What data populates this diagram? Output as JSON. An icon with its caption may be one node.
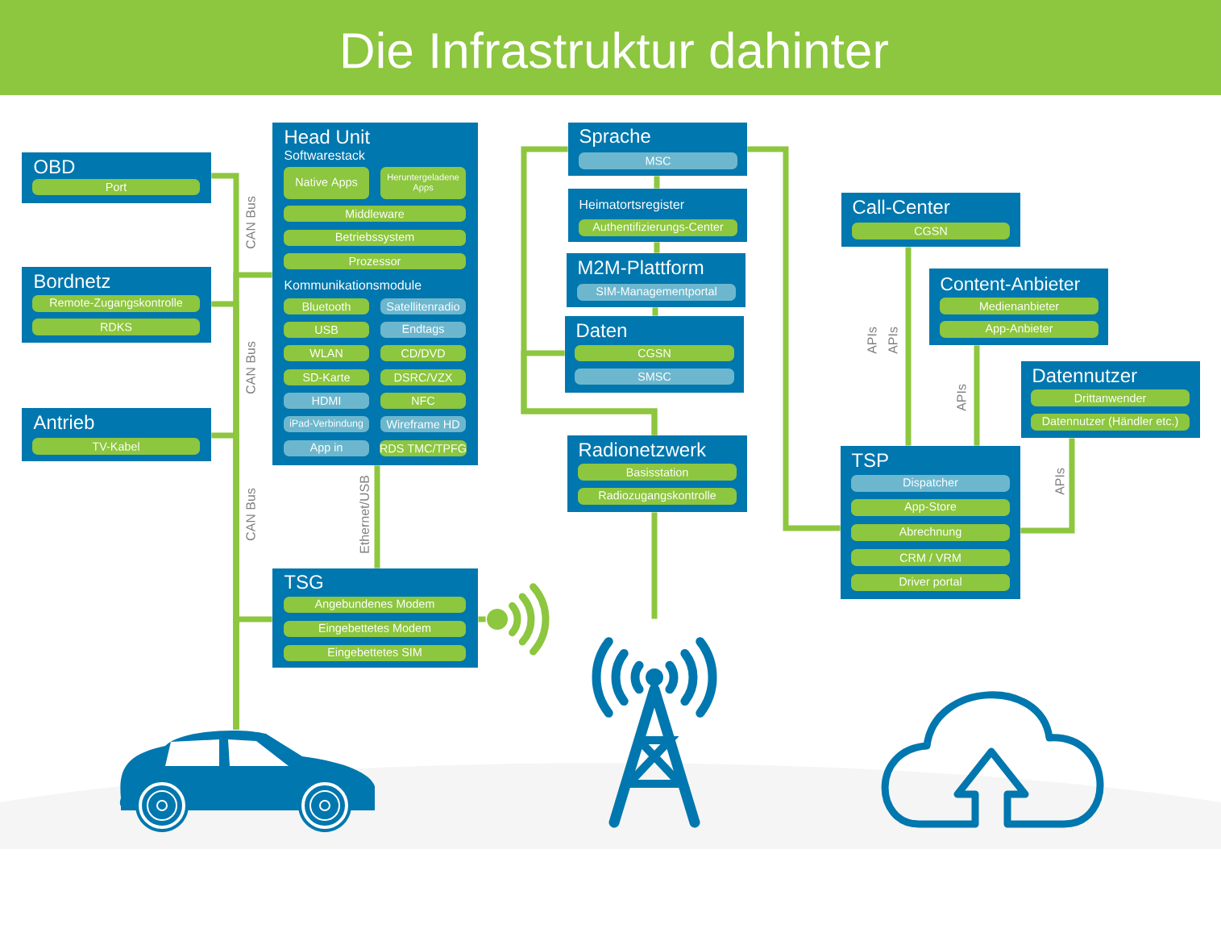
{
  "diagram": {
    "title": "Die Infrastruktur dahinter",
    "nodes": [
      {
        "text": [
          "OBD"
        ]
      },
      {
        "text": [
          "Port"
        ],
        "in": 0
      },
      {
        "text": [
          "Bordnetz"
        ]
      },
      {
        "text": [
          "Remote-Zugangskontrolle"
        ],
        "in": 2
      },
      {
        "text": [
          "RDKS"
        ],
        "in": 2
      },
      {
        "text": [
          "Antrieb"
        ]
      },
      {
        "text": [
          "TV-Kabel"
        ],
        "in": 5
      },
      {
        "text": [
          "Head Unit",
          "Softwarestack",
          "Kommunikationsmodule"
        ]
      },
      {
        "text": [
          "Native Apps"
        ],
        "in": 7
      },
      {
        "text": [
          "Heruntergeladene Apps"
        ],
        "in": 7
      },
      {
        "text": [
          "Middleware"
        ],
        "in": 7
      },
      {
        "text": [
          "Betriebssystem"
        ],
        "in": 7
      },
      {
        "text": [
          "Prozessor"
        ],
        "in": 7
      },
      {
        "text": [
          "Bluetooth"
        ],
        "in": 7
      },
      {
        "text": [
          "Satellitenradio"
        ],
        "in": 7
      },
      {
        "text": [
          "USB"
        ],
        "in": 7
      },
      {
        "text": [
          "Endtags"
        ],
        "in": 7
      },
      {
        "text": [
          "WLAN"
        ],
        "in": 7
      },
      {
        "text": [
          "CD/DVD"
        ],
        "in": 7
      },
      {
        "text": [
          "SD-Karte"
        ],
        "in": 7
      },
      {
        "text": [
          "DSRC/VZX"
        ],
        "in": 7
      },
      {
        "text": [
          "HDMI"
        ],
        "in": 7
      },
      {
        "text": [
          "NFC"
        ],
        "in": 7
      },
      {
        "text": [
          "iPad-Verbindung"
        ],
        "in": 7
      },
      {
        "text": [
          "Wireframe HD"
        ],
        "in": 7
      },
      {
        "text": [
          "App in"
        ],
        "in": 7
      },
      {
        "text": [
          "RDS TMC/TPFG"
        ],
        "in": 7
      },
      {
        "text": [
          "TSG"
        ]
      },
      {
        "text": [
          "Angebundenes Modem"
        ],
        "in": 27
      },
      {
        "text": [
          "Eingebettetes Modem"
        ],
        "in": 27
      },
      {
        "text": [
          "Eingebettetes SIM"
        ],
        "in": 27
      },
      {
        "text": [],
        "shape": "picture"
      },
      {
        "text": [
          "Sprache"
        ]
      },
      {
        "text": [
          "MSC"
        ],
        "in": 32
      },
      {
        "text": [
          "Heimatortsregister"
        ]
      },
      {
        "text": [
          "Authentifizierungs-Center"
        ],
        "in": 34
      },
      {
        "text": [
          "M2M-Plattform"
        ]
      },
      {
        "text": [
          "SIM-Managementportal"
        ],
        "in": 36
      },
      {
        "text": [
          "Daten"
        ]
      },
      {
        "text": [
          "CGSN"
        ],
        "in": 38
      },
      {
        "text": [
          "SMSC"
        ],
        "in": 38
      },
      {
        "text": [
          "Radionetzwerk"
        ]
      },
      {
        "text": [
          "Basisstation"
        ],
        "in": 41
      },
      {
        "text": [
          "Radiozugangskontrolle"
        ],
        "in": 41
      },
      {
        "text": [],
        "shape": "picture"
      },
      {
        "text": [
          "Call-Center"
        ]
      },
      {
        "text": [
          "CGSN"
        ],
        "in": 45
      },
      {
        "text": [
          "Content-Anbieter"
        ]
      },
      {
        "text": [
          "Medienanbieter"
        ],
        "in": 47
      },
      {
        "text": [
          "App-Anbieter"
        ],
        "in": 47
      },
      {
        "text": [
          "Datennutzer"
        ]
      },
      {
        "text": [
          "Drittanwender"
        ],
        "in": 50
      },
      {
        "text": [
          "Datennutzer (Händler etc.)"
        ],
        "in": 50
      },
      {
        "text": [
          "TSP"
        ]
      },
      {
        "text": [
          "Dispatcher"
        ],
        "in": 53
      },
      {
        "text": [
          "App-Store"
        ],
        "in": 53
      },
      {
        "text": [
          "Abrechnung"
        ],
        "in": 53
      },
      {
        "text": [
          "CRM / VRM"
        ],
        "in": 53
      },
      {
        "text": [
          "Driver portal"
        ],
        "in": 53
      },
      {
        "text": [],
        "shape": "picture"
      }
    ],
    "edges": [
      {
        "from": 0,
        "to": 59,
        "arrow": "none",
        "label": "CAN Bus"
      },
      {
        "from": 2,
        "to": 59,
        "arrow": "none",
        "label": "CAN Bus"
      },
      {
        "from": 5,
        "to": 59,
        "arrow": "none",
        "label": "CAN Bus"
      },
      {
        "from": 7,
        "to": 59,
        "arrow": "none"
      },
      {
        "from": 27,
        "to": 59,
        "arrow": "none"
      },
      {
        "from": 7,
        "to": 27,
        "arrow": "none",
        "label": "Ethernet/USB"
      },
      {
        "from": 27,
        "to": 31,
        "arrow": "none"
      },
      {
        "from": 32,
        "to": 34,
        "arrow": "none"
      },
      {
        "from": 34,
        "to": 36,
        "arrow": "none"
      },
      {
        "from": 36,
        "to": 38,
        "arrow": "none"
      },
      {
        "from": 32,
        "to": 41,
        "arrow": "none"
      },
      {
        "from": 38,
        "to": 41,
        "arrow": "none"
      },
      {
        "from": 41,
        "to": 44,
        "arrow": "none"
      },
      {
        "from": 32,
        "to": 53,
        "arrow": "none"
      },
      {
        "from": 45,
        "to": 53,
        "arrow": "none",
        "label": "APIs"
      },
      {
        "from": 47,
        "to": 53,
        "arrow": "none",
        "label": "APIs"
      },
      {
        "from": 50,
        "to": 53,
        "arrow": "none",
        "label": "APIs"
      }
    ],
    "labels": [
      "APIs"
    ]
  }
}
